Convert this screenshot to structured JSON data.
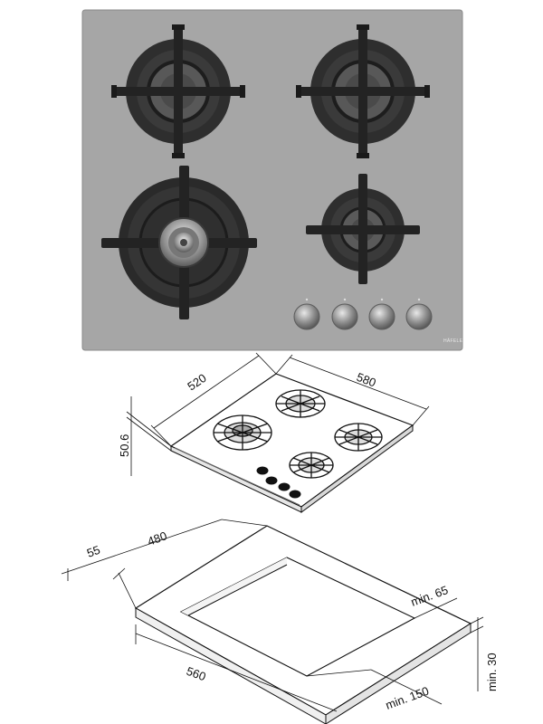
{
  "hob": {
    "brand": "HÄFELE",
    "burners": 4,
    "knobs": 4
  },
  "iso_view": {
    "dim_width": "580",
    "dim_depth": "520",
    "dim_height": "50.6"
  },
  "cutout": {
    "dim_width": "560",
    "dim_depth": "480",
    "dim_front_gap": "55",
    "dim_rear_clearance": "min. 65",
    "dim_thickness": "min. 30",
    "dim_side_clearance": "min. 150"
  },
  "colors": {
    "glass": "#a6a6a6",
    "grate": "#2a2a2a",
    "line": "#111111"
  }
}
